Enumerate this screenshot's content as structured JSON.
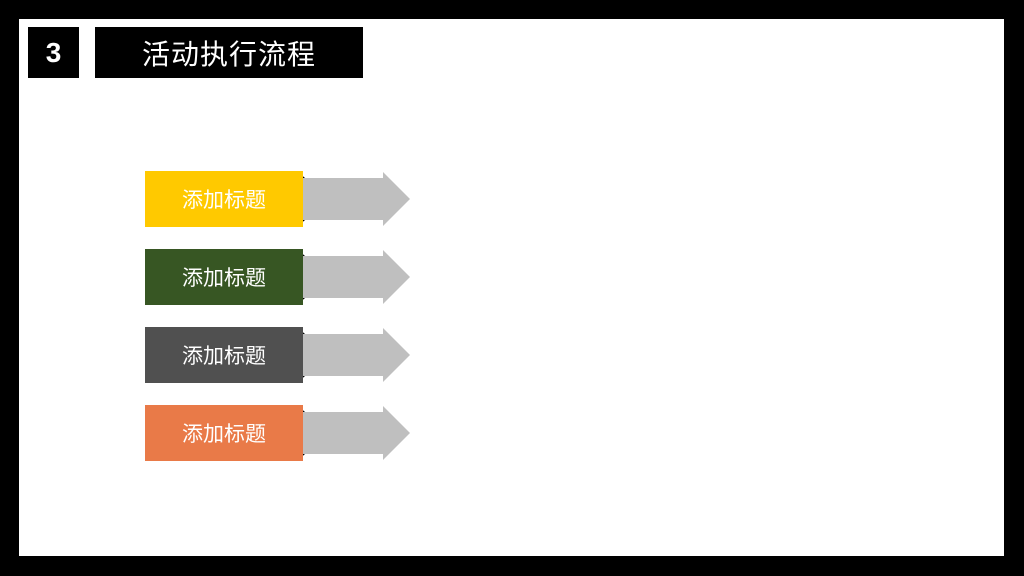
{
  "section": {
    "number": "3",
    "title": "活动执行流程"
  },
  "colors": {
    "frame": "#000000",
    "arrow": "#BFBFBF",
    "arrow_shadow": "#000000"
  },
  "steps": [
    {
      "label": "添加标题",
      "color": "#FFC900"
    },
    {
      "label": "添加标题",
      "color": "#375623"
    },
    {
      "label": "添加标题",
      "color": "#505050"
    },
    {
      "label": "添加标题",
      "color": "#E97A48"
    }
  ]
}
